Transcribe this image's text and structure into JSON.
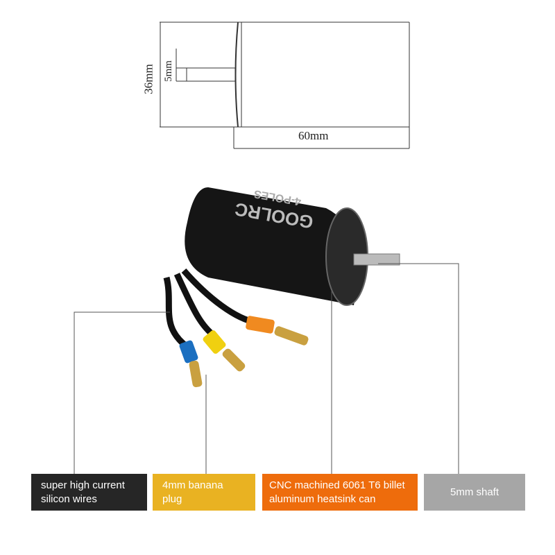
{
  "dimensions": {
    "height": "36mm",
    "length": "60mm",
    "shaft": "5mm"
  },
  "product_logo": {
    "brand": "GOOLRC",
    "subtitle": "4-POLES"
  },
  "labels": [
    {
      "line1": "super high current",
      "line2": "silicon wires",
      "color": "#262626"
    },
    {
      "line1": "4mm banana plug",
      "line2": "",
      "color": "#e9b222"
    },
    {
      "line1": "CNC machined 6061 T6 billet",
      "line2": "aluminum heatsink can",
      "color": "#ee6c0c"
    },
    {
      "line1": "5mm shaft",
      "line2": "",
      "color": "#a6a6a6"
    }
  ]
}
